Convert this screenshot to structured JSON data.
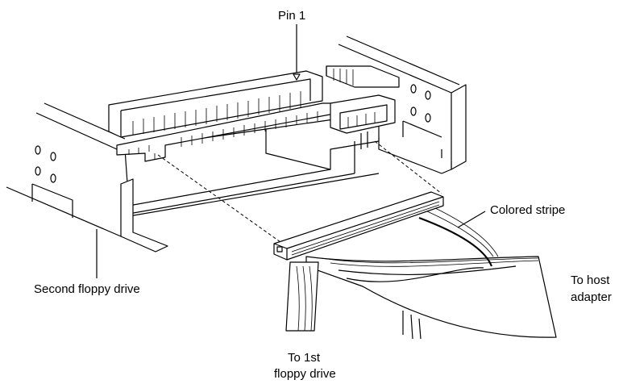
{
  "labels": {
    "pin1": "Pin 1",
    "colored_stripe": "Colored stripe",
    "second_floppy": "Second floppy drive",
    "to_host_line1": "To host",
    "to_host_line2": "adapter",
    "to_first_line1": "To 1st",
    "to_first_line2": "floppy drive"
  }
}
